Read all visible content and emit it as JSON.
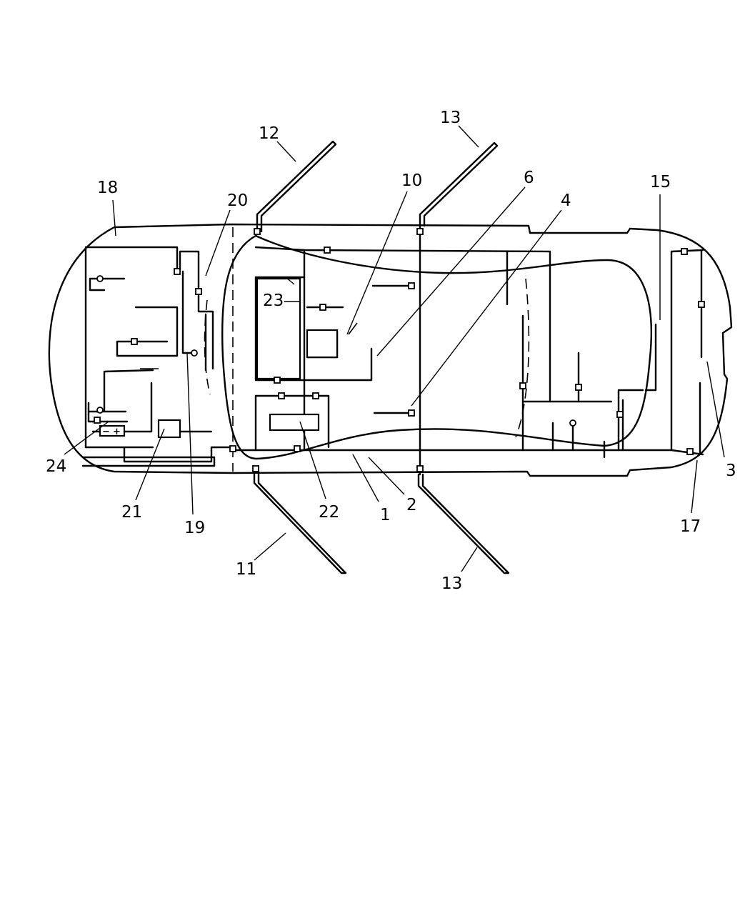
{
  "callouts": {
    "c1": "1",
    "c2": "2",
    "c3": "3",
    "c4": "4",
    "c6": "6",
    "c10": "10",
    "c11": "11",
    "c12": "12",
    "c13_top": "13",
    "c13_bottom": "13",
    "c15": "15",
    "c17": "17",
    "c18": "18",
    "c19": "19",
    "c20": "20",
    "c21": "21",
    "c22": "22",
    "c23": "23",
    "c24": "24"
  },
  "battery_symbols": {
    "neg": "−",
    "pos": "+"
  }
}
